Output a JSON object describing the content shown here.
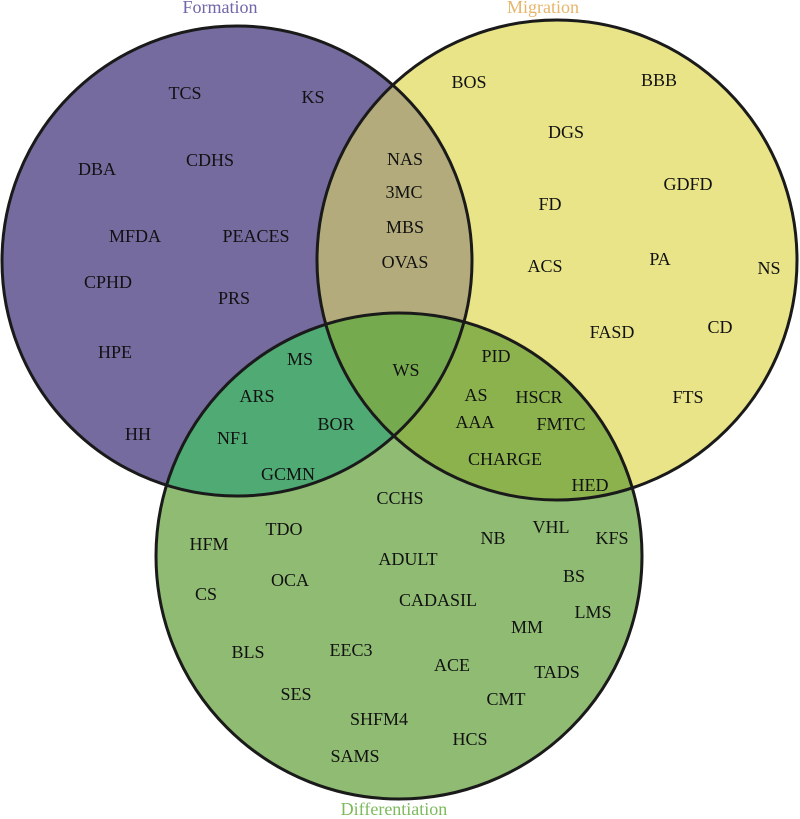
{
  "titles": {
    "formation": "Formation",
    "migration": "Migration",
    "differentiation": "Differentiation"
  },
  "colors": {
    "formation": "#756b9e",
    "migration": "#e8e487",
    "differentiation": "#8fbb72",
    "formation_migration": "#b3ab7b",
    "formation_differentiation": "#4faa74",
    "migration_differentiation": "#8cb24e",
    "all": "#76aa4e",
    "formation_title": "#6f67a8",
    "migration_title": "#e8b56a",
    "differentiation_title": "#7cba5c"
  },
  "formation_only": [
    "TCS",
    "KS",
    "DBA",
    "CDHS",
    "MFDA",
    "PEACES",
    "CPHD",
    "PRS",
    "HPE",
    "HH"
  ],
  "migration_only": [
    "BOS",
    "BBB",
    "DGS",
    "GDFD",
    "FD",
    "ACS",
    "PA",
    "NS",
    "FASD",
    "CD",
    "FTS"
  ],
  "formation_migration": [
    "NAS",
    "3MC",
    "MBS",
    "OVAS"
  ],
  "all_three": [
    "WS"
  ],
  "formation_differentiation": [
    "MS",
    "ARS",
    "BOR",
    "NF1",
    "GCMN"
  ],
  "migration_differentiation": [
    "PID",
    "AS",
    "HSCR",
    "AAA",
    "FMTC",
    "CHARGE",
    "HED"
  ],
  "differentiation_only": [
    "CCHS",
    "TDO",
    "HFM",
    "NB",
    "VHL",
    "KFS",
    "ADULT",
    "CS",
    "OCA",
    "BS",
    "CADASIL",
    "LMS",
    "MM",
    "BLS",
    "EEC3",
    "ACE",
    "TADS",
    "SES",
    "CMT",
    "SHFM4",
    "HCS",
    "SAMS"
  ]
}
